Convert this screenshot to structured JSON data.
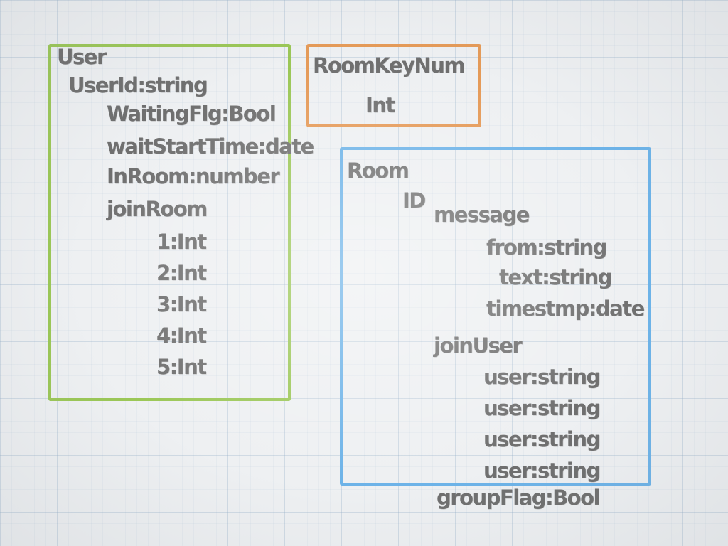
{
  "colors": {
    "user_box": "#9bc757",
    "roomkey_box": "#e59a58",
    "room_box": "#6db3e8",
    "text": "#6f6f6f"
  },
  "user_entity": {
    "title": "User",
    "user_id": "UserId:string",
    "fields": [
      "WaitingFlg:Bool",
      "waitStartTime:date",
      "InRoom:number",
      "joinRoom"
    ],
    "join_room_slots": [
      "1:Int",
      "2:Int",
      "3:Int",
      "4:Int",
      "5:Int"
    ]
  },
  "room_key_entity": {
    "title": "RoomKeyNum",
    "type": "Int"
  },
  "room_entity": {
    "title": "Room",
    "id": "ID",
    "message": {
      "label": "message",
      "fields": [
        "from:string",
        "text:string",
        "timestmp:date"
      ]
    },
    "join_user": {
      "label": "joinUser",
      "users": [
        "user:string",
        "user:string",
        "user:string",
        "user:string"
      ]
    },
    "group_flag": "groupFlag:Bool"
  }
}
